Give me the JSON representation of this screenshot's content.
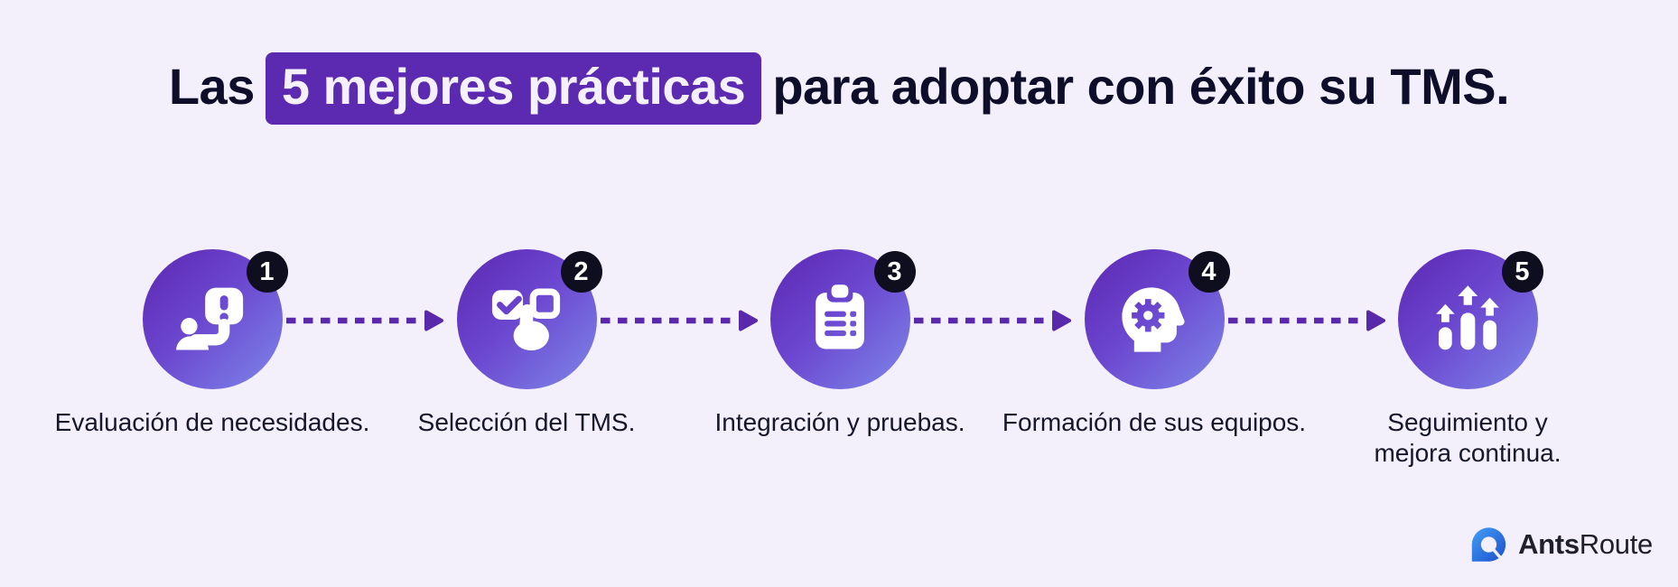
{
  "title": {
    "prefix": "Las",
    "highlight": "5 mejores prácticas",
    "suffix": "para adoptar con éxito su TMS."
  },
  "steps": [
    {
      "number": "1",
      "label": "Evaluación de necesidades.",
      "icon": "person-alert-bubble-icon"
    },
    {
      "number": "2",
      "label": "Selección del TMS.",
      "icon": "checkbox-tap-icon"
    },
    {
      "number": "3",
      "label": "Integración y pruebas.",
      "icon": "clipboard-list-icon"
    },
    {
      "number": "4",
      "label": "Formación de sus equipos.",
      "icon": "head-gear-icon"
    },
    {
      "number": "5",
      "label": "Seguimiento y mejora continua.",
      "icon": "growth-bars-icon"
    }
  ],
  "logo": {
    "bold": "Ants",
    "regular": "Route",
    "mark": "antsroute-mark-icon"
  },
  "colors": {
    "background": "#f3f0fb",
    "title_text": "#0e0e2a",
    "highlight_bg": "#5c2ab0",
    "highlight_text": "#f4f1fd",
    "circle_gradient_start": "#5d27b2",
    "circle_gradient_end": "#7e87e9",
    "badge_bg": "#0e0e1f",
    "connector": "#5a28ab",
    "label_text": "#17172b",
    "logo_blue_start": "#41a0f7",
    "logo_blue_end": "#1c4ecb",
    "logo_text": "#20202a"
  }
}
